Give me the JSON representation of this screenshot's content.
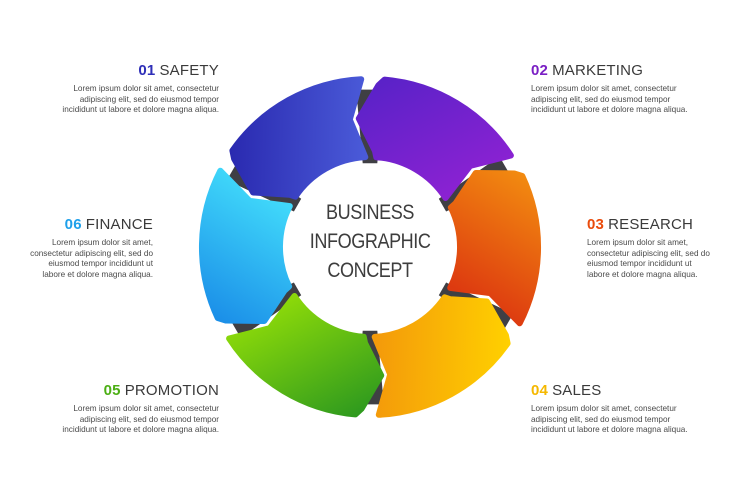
{
  "center": {
    "line1": "BUSINESS",
    "line2": "INFOGRAPHIC",
    "line3": "CONCEPT"
  },
  "items": [
    {
      "number": "01",
      "title": "SAFETY",
      "color": "#2f2fb8",
      "lines": [
        "Lorem ipsum dolor sit amet, consectetur",
        "adipiscing elit, sed do eiusmod tempor",
        "incididunt ut labore et dolore magna aliqua."
      ]
    },
    {
      "number": "02",
      "title": "MARKETING",
      "color": "#7a1fc4",
      "lines": [
        "Lorem ipsum dolor sit amet, consectetur",
        "adipiscing elit, sed do eiusmod tempor",
        "incididunt ut labore et dolore magna aliqua."
      ]
    },
    {
      "number": "03",
      "title": "RESEARCH",
      "color": "#ea4b0c",
      "lines": [
        "Lorem ipsum dolor sit amet,",
        "consectetur adipiscing elit, sed do",
        "eiusmod tempor incididunt ut",
        "labore et dolore magna aliqua."
      ]
    },
    {
      "number": "04",
      "title": "SALES",
      "color": "#f5b800",
      "lines": [
        "Lorem ipsum dolor sit amet, consectetur",
        "adipiscing elit, sed do eiusmod tempor",
        "incididunt ut labore et dolore magna aliqua."
      ]
    },
    {
      "number": "05",
      "title": "PROMOTION",
      "color": "#4caf14",
      "lines": [
        "Lorem ipsum dolor sit amet, consectetur",
        "adipiscing elit, sed do eiusmod tempor",
        "incididunt ut labore et dolore magna aliqua."
      ]
    },
    {
      "number": "06",
      "title": "FINANCE",
      "color": "#1ea0ea",
      "lines": [
        "Lorem ipsum dolor sit amet,",
        "consectetur adipiscing elit, sed do",
        "eiusmod tempor incididunt ut",
        "labore et dolore magna aliqua."
      ]
    }
  ],
  "segment_gradients": [
    {
      "name": "safety",
      "from": "#2a2ab0",
      "to": "#4a5ad8"
    },
    {
      "name": "marketing",
      "from": "#5a22c8",
      "to": "#8a22d2"
    },
    {
      "name": "research",
      "from": "#f28a10",
      "to": "#dd3a10"
    },
    {
      "name": "sales",
      "from": "#ffd000",
      "to": "#f49a0a"
    },
    {
      "name": "promotion",
      "from": "#2f9a1e",
      "to": "#8ad80a"
    },
    {
      "name": "finance",
      "from": "#1b8fe8",
      "to": "#40d8fa"
    }
  ],
  "connector_color": "#3f3f44"
}
